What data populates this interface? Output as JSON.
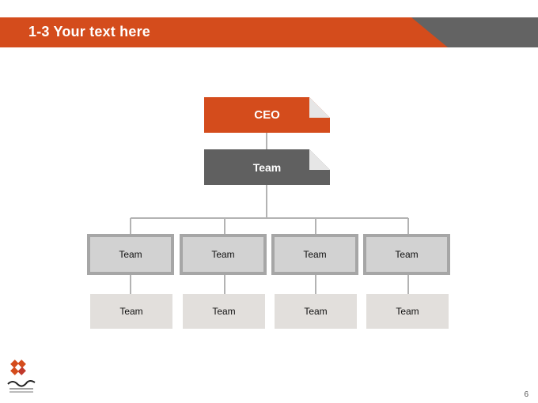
{
  "header": {
    "title": "1-3 Your text here",
    "accent_color": "#d44c1c",
    "secondary_color": "#636363"
  },
  "org_chart": {
    "root": {
      "label": "CEO"
    },
    "second": {
      "label": "Team"
    },
    "third_level": [
      {
        "label": "Team"
      },
      {
        "label": "Team"
      },
      {
        "label": "Team"
      },
      {
        "label": "Team"
      }
    ],
    "fourth_level": [
      {
        "label": "Team"
      },
      {
        "label": "Team"
      },
      {
        "label": "Team"
      },
      {
        "label": "Team"
      }
    ]
  },
  "footer": {
    "page_number": "6",
    "logo_icon": "company-logo-icon"
  }
}
